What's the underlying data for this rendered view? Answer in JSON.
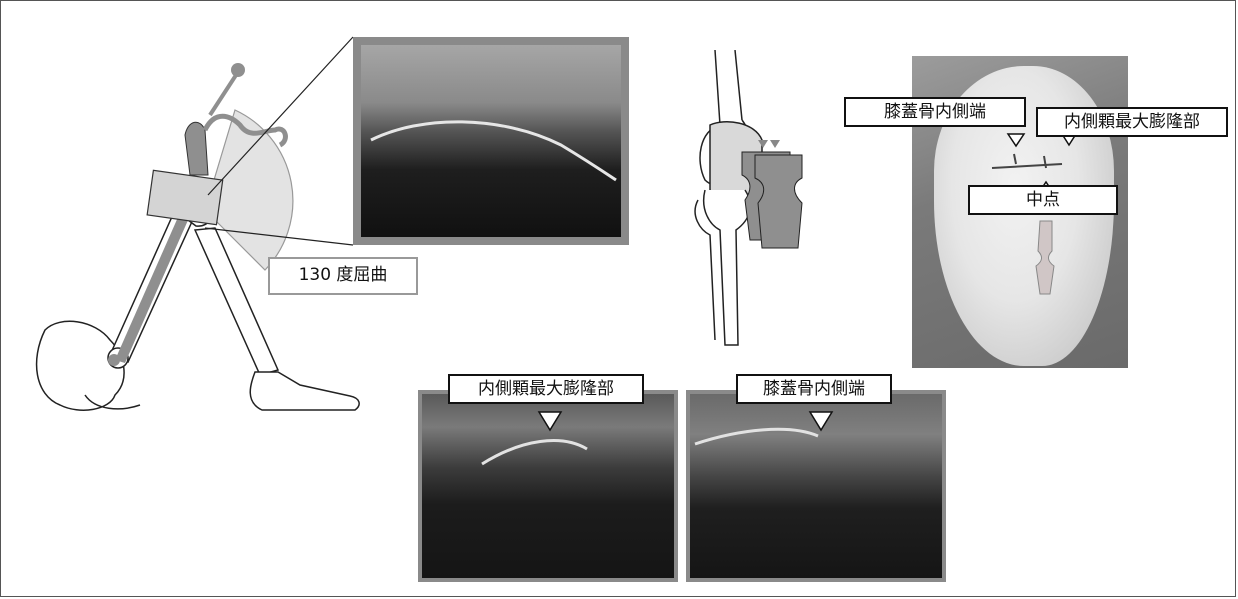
{
  "labels": {
    "flexion": "130 度屈曲",
    "patella_medial_edge": "膝蓋骨内側端",
    "medial_condyle_apex": "内側顆最大膨隆部",
    "midpoint": "中点",
    "bottom_left_label": "内側顆最大膨隆部",
    "bottom_right_label": "膝蓋骨内側端"
  },
  "colors": {
    "diagram_gray": "#8f8f8f",
    "probe_light": "#cfcfcf",
    "line": "#111111"
  }
}
